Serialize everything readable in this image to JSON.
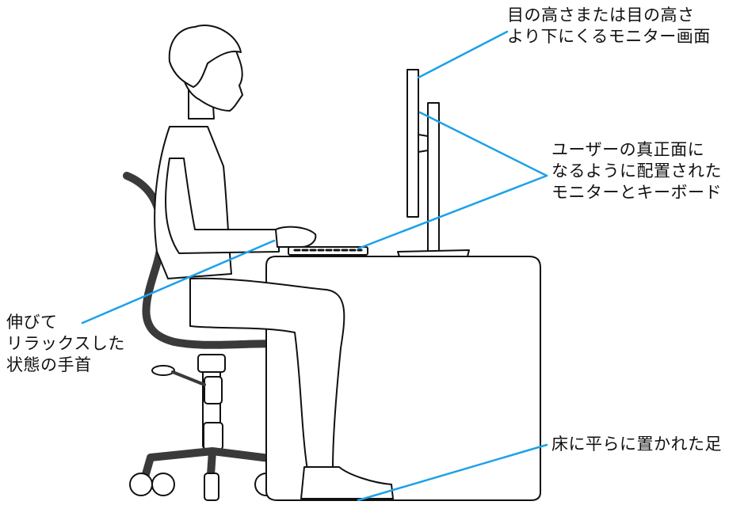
{
  "callouts": {
    "eye_level": {
      "lines": [
        "目の高さまたは目の高さ",
        "より下にくるモニター画面"
      ]
    },
    "monitor_keyboard": {
      "lines": [
        "ユーザーの真正面に",
        "なるように配置された",
        "モニターとキーボード"
      ]
    },
    "wrist": {
      "lines": [
        "伸びて",
        "リラックスした",
        "状態の手首"
      ]
    },
    "feet": {
      "lines": [
        "床に平らに置かれた足"
      ]
    }
  },
  "colors": {
    "outline": "#111111",
    "chair": "#3a3a3a",
    "leader_line": "#1da1e8"
  }
}
